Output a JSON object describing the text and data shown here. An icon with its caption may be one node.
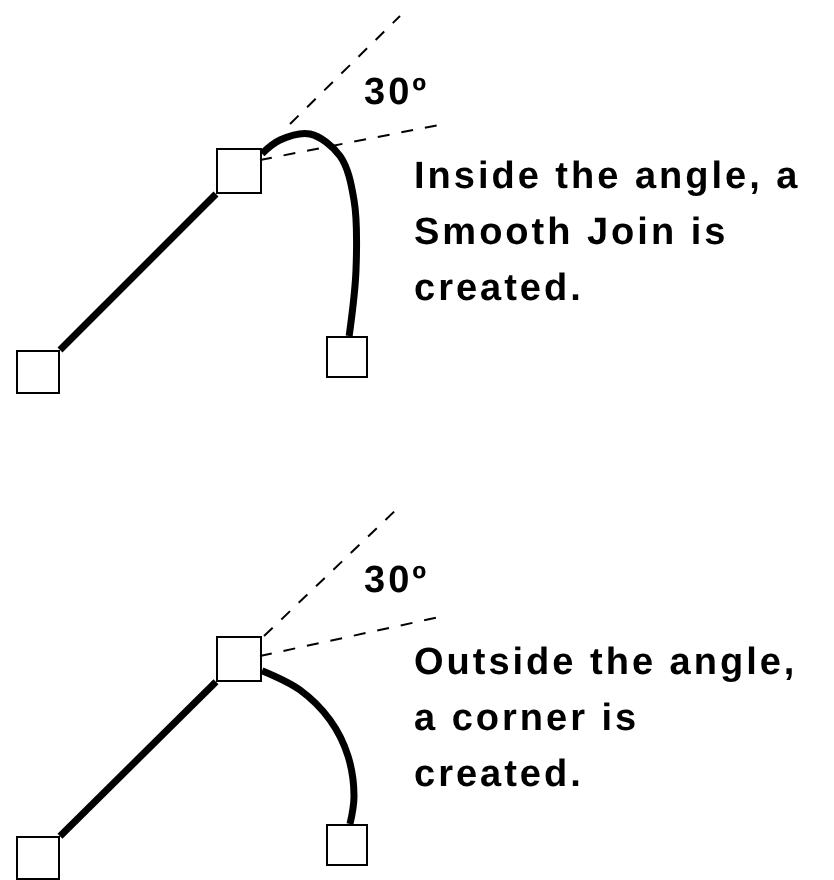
{
  "diagram": {
    "nodes": [
      {
        "text": [],
        "shape": "box"
      },
      {
        "text": [],
        "shape": "box"
      },
      {
        "text": [],
        "shape": "box"
      },
      {
        "text": [],
        "shape": "box"
      },
      {
        "text": [],
        "shape": "box"
      },
      {
        "text": [],
        "shape": "box"
      }
    ],
    "edges": [
      {
        "from": 0,
        "to": 1,
        "arrow": "none"
      },
      {
        "from": 1,
        "to": 2,
        "arrow": "none"
      },
      {
        "from": 3,
        "to": 4,
        "arrow": "none"
      },
      {
        "from": 4,
        "to": 5,
        "arrow": "none"
      }
    ],
    "labels": [
      "30º",
      "Inside the angle, a Smooth Join is created.",
      "30º",
      "Outside the angle, a corner is created."
    ]
  }
}
